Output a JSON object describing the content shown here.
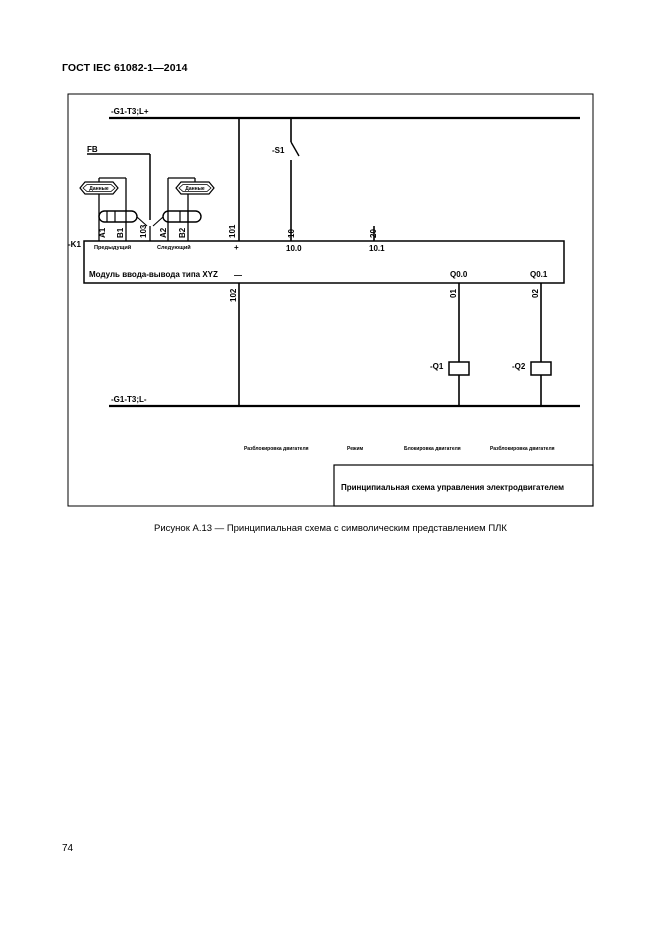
{
  "header": {
    "standard": "ГОСТ IEC 61082-1—2014"
  },
  "diagram": {
    "bus_top": "-G1-T3;L+",
    "bus_bottom": "-G1-T3;L-",
    "fb": "FB",
    "switch": "-S1",
    "module_id": "-K1",
    "module_label": "Модуль ввода-вывода типа XYZ",
    "plus_sign": "+",
    "minus_sign": "—",
    "input_0": "10.0",
    "input_1": "10.1",
    "output_0": "Q0.0",
    "output_1": "Q0.1",
    "wire_101": "101",
    "wire_102": "102",
    "wire_10": "10",
    "wire_20": "20",
    "wire_01": "01",
    "wire_02": "02",
    "wire_103": "103",
    "pin_a1": "A1",
    "pin_b1": "B1",
    "pin_a2": "A2",
    "pin_b2": "B2",
    "data_left": "Данные",
    "data_right": "Данные",
    "prev_label": "Предыдущий",
    "next_label": "Следующий",
    "coil_q1": "-Q1",
    "coil_q2": "-Q2",
    "status_labels": [
      "Разблокировка двигателя",
      "Режим",
      "Блокировка двигателя",
      "Разблокировка двигателя"
    ],
    "title_block": "Принципиальная схема управления электродвигателем"
  },
  "caption": "Рисунок А.13 — Принципиальная схема с символическим представлением ПЛК",
  "page_number": "74"
}
